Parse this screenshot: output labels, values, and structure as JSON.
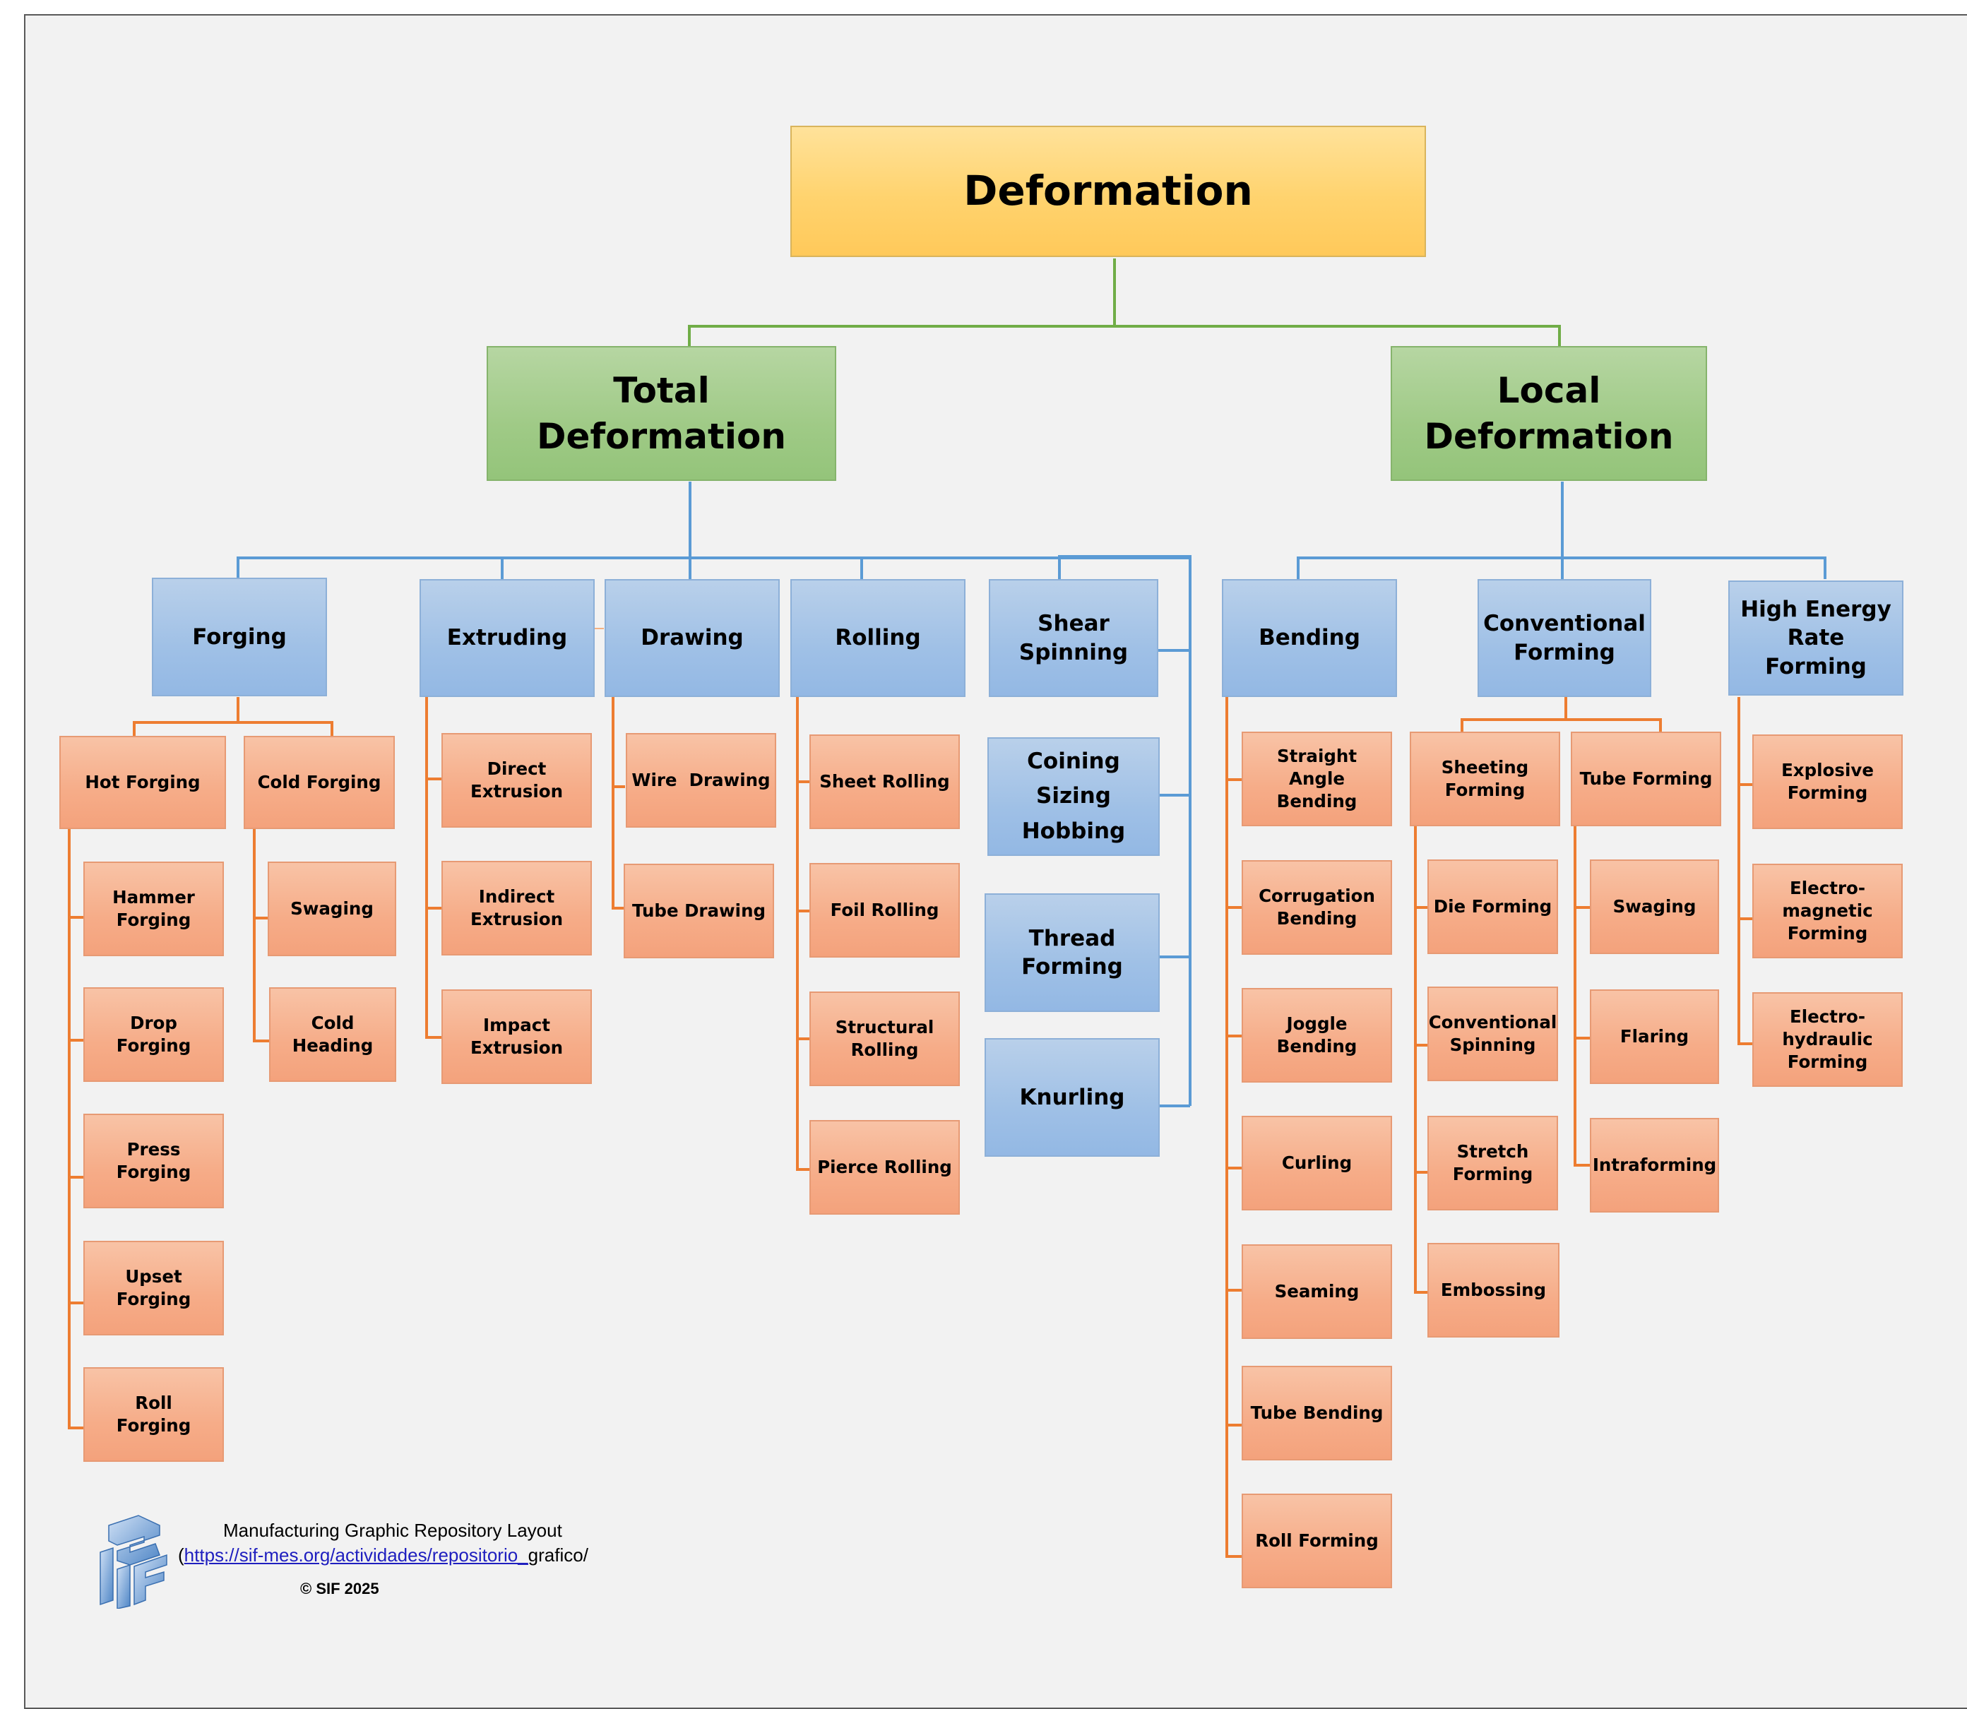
{
  "diagram": {
    "root": "Deformation",
    "categories": {
      "total": "Total Deformation",
      "local": "Local Deformation"
    },
    "processes": {
      "forging": "Forging",
      "extruding": "Extruding",
      "drawing": "Drawing",
      "rolling": "Rolling",
      "shear_spinning": "Shear Spinning",
      "coining": "Coining\nSizing\nHobbing",
      "thread_forming": "Thread Forming",
      "knurling": "Knurling",
      "bending": "Bending",
      "conventional_forming": "Conventional Forming",
      "high_energy": "High Energy Rate Forming"
    },
    "forging": {
      "hot": "Hot Forging",
      "cold": "Cold Forging",
      "hot_items": [
        "Hammer Forging",
        "Drop Forging",
        "Press Forging",
        "Upset Forging",
        "Roll Forging"
      ],
      "cold_items": [
        "Swaging",
        "Cold Heading"
      ]
    },
    "extruding_items": [
      "Direct Extrusion",
      "Indirect Extrusion",
      "Impact Extrusion"
    ],
    "drawing_items": [
      "Wire  Drawing",
      "Tube Drawing"
    ],
    "rolling_items": [
      "Sheet Rolling",
      "Foil Rolling",
      "Structural Rolling",
      "Pierce Rolling"
    ],
    "bending_items": [
      "Straight Angle Bending",
      "Corrugation Bending",
      "Joggle Bending",
      "Curling",
      "Seaming",
      "Tube Bending",
      "Roll Forming"
    ],
    "conventional": {
      "sheeting": "Sheeting Forming",
      "tube": "Tube Forming",
      "sheeting_items": [
        "Die Forming",
        "Conventional Spinning",
        "Stretch Forming",
        "Embossing"
      ],
      "tube_items": [
        "Swaging",
        "Flaring",
        "Intraforming"
      ]
    },
    "high_energy_items": [
      "Explosive Forming",
      "Electro-magnetic Forming",
      "Electro-hydraulic Forming"
    ]
  },
  "footer": {
    "title": "Manufacturing Graphic Repository Layout",
    "url_open": "(",
    "url_link": "https://sif-mes.org/actividades/repositorio_",
    "url_tail": "grafico/",
    "copyright": "© SIF 2025",
    "logo_text": "SIF"
  },
  "colors": {
    "root_fill": "#ffd36e",
    "category_fill": "#9fca86",
    "process_fill": "#9fc0e6",
    "leaf_fill": "#f6ac88",
    "green_connector": "#70ad47",
    "blue_connector": "#5b9bd5",
    "orange_connector": "#ed7d31"
  }
}
